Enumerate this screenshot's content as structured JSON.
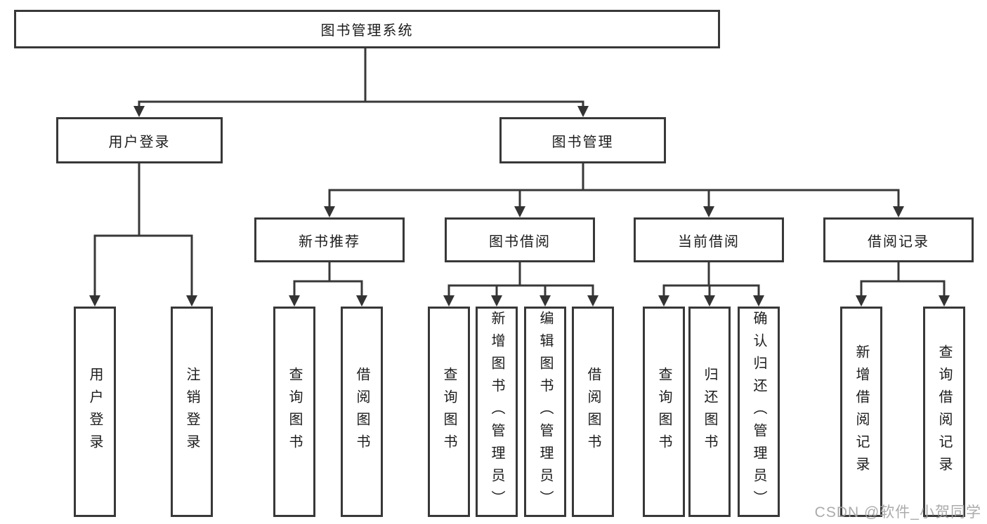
{
  "colors": {
    "line": "#383838",
    "box_border": "#383838",
    "text": "#1c1c1c",
    "background": "#ffffff",
    "watermark": "#a4a4a4"
  },
  "watermark": {
    "text": "CSDN @软件_小贺同学"
  },
  "tree": {
    "root": {
      "label": "图书管理系统",
      "children": [
        {
          "label": "用户登录",
          "children": [
            {
              "label": "用户登录"
            },
            {
              "label": "注销登录"
            }
          ]
        },
        {
          "label": "图书管理",
          "children": [
            {
              "label": "新书推荐",
              "children": [
                {
                  "label": "查询图书"
                },
                {
                  "label": "借阅图书"
                }
              ]
            },
            {
              "label": "图书借阅",
              "children": [
                {
                  "label": "查询图书"
                },
                {
                  "label": "新增图书（管理员）"
                },
                {
                  "label": "编辑图书（管理员）"
                },
                {
                  "label": "借阅图书"
                }
              ]
            },
            {
              "label": "当前借阅",
              "children": [
                {
                  "label": "查询图书"
                },
                {
                  "label": "归还图书"
                },
                {
                  "label": "确认归还（管理员）"
                }
              ]
            },
            {
              "label": "借阅记录",
              "children": [
                {
                  "label": "新增借阅记录"
                },
                {
                  "label": "查询借阅记录"
                }
              ]
            }
          ]
        }
      ]
    }
  }
}
